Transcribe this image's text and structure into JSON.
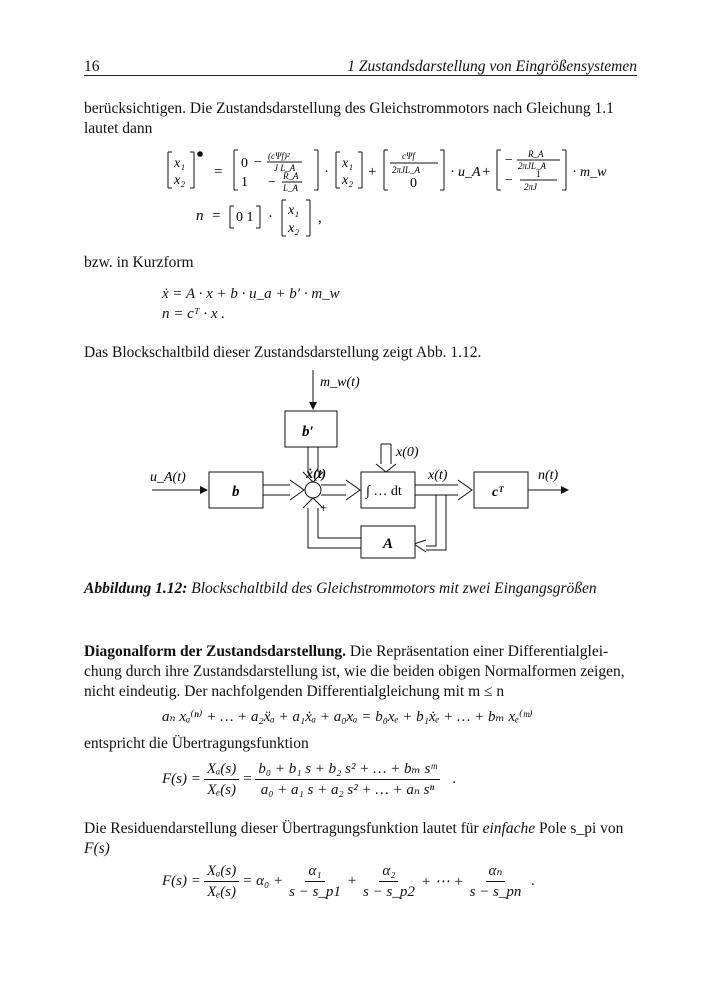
{
  "header": {
    "page_number": "16",
    "chapter_title": "1  Zustandsdarstellung von Eingrößensystemen"
  },
  "para1": {
    "line1": "berücksichtigen. Die Zustandsdarstellung des Gleichstrommotors nach Gleichung 1.1",
    "line2": "lautet dann"
  },
  "eq_state": {
    "x1": "x₁",
    "x2": "x₂",
    "A_r1c1": "0",
    "A_r1c2_num": "(cΨf)²",
    "A_r1c2_den": "J L_A",
    "A_r2c1": "1",
    "A_r2c2_num": "R_A",
    "A_r2c2_den": "L_A",
    "b_num": "cΨf",
    "b_den": "2πJL_A",
    "b_r2": "0",
    "bp_r1_num": "R_A",
    "bp_r1_den": "2πJL_A",
    "bp_r2_num": "1",
    "bp_r2_den": "2πJ",
    "u": "u_A",
    "m": "m_w"
  },
  "eq_output": {
    "lhs": "n",
    "c_row": "0  1"
  },
  "para2": "bzw. in Kurzform",
  "eq_short": {
    "line1": "ẋ = A · x + b · u_a + b′ · m_w",
    "line2": "n = cᵀ · x ."
  },
  "para3": "Das Blockschaltbild dieser Zustandsdarstellung zeigt Abb. 1.12.",
  "diagram": {
    "input_mw": "m_w(t)",
    "input_ua": "u_A(t)",
    "block_b": "b",
    "block_bprime": "b′",
    "block_int": "∫ … dt",
    "block_cT": "cᵀ",
    "block_A": "A",
    "initial_state": "x(0)",
    "signal_xdot": "ẋ(t)",
    "signal_x": "x(t)",
    "output_n": "n(t)",
    "plus_sign": "+"
  },
  "figure_caption": {
    "label": "Abbildung 1.12:",
    "text": "Blockschaltbild des Gleichstrommotors mit zwei Eingangsgrößen"
  },
  "section": {
    "title": "Diagonalform der Zustandsdarstellung.",
    "line1_rest": "Die Repräsentation einer Differentialglei-",
    "line2": "chung durch ihre Zustandsdarstellung ist, wie die beiden obigen Normalformen zeigen,",
    "line3": "nicht eindeutig. Der nachfolgenden Differentialgleichung  mit m ≤ n"
  },
  "eq_ode": "aₙ xₐ⁽ⁿ⁾ + … + a₂ẍₐ + a₁ẋₐ + a₀xₐ = b₀xₑ + b₁ẋₑ + … + bₘ xₑ⁽ᵐ⁾",
  "para4": "entspricht die Übertragungsfunktion",
  "eq_tf": {
    "lhs": "F(s) =",
    "frac1_num": "Xₐ(s)",
    "frac1_den": "Xₑ(s)",
    "frac2_num": "b₀  +  b₁ s  +  b₂ s² + … + bₘ sᵐ",
    "frac2_den": "a₀  +  a₁ s  +  a₂ s² + … + aₙ sⁿ",
    "tail": "."
  },
  "para5": {
    "part1": "Die Residuendarstellung dieser Übertragungsfunktion lautet für ",
    "emph": "einfache",
    "part2": " Pole s_pi von",
    "line2": "F(s)"
  },
  "eq_res": {
    "lhs": "F(s) =",
    "frac1_num": "Xₐ(s)",
    "frac1_den": "Xₑ(s)",
    "mid": "= α₀ +",
    "t1_num": "α₁",
    "t1_den": "s − s_p1",
    "t2_num": "α₂",
    "t2_den": "s − s_p2",
    "dots": "+ ⋯ +",
    "tn_num": "αₙ",
    "tn_den": "s − s_pn",
    "tail": "."
  }
}
